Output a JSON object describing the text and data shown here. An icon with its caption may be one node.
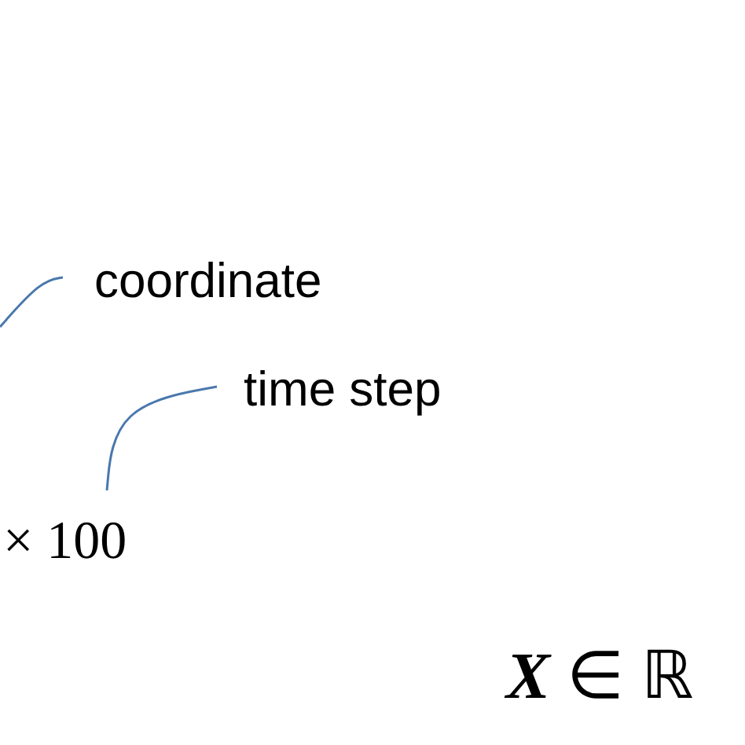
{
  "diagram": {
    "nodes": [
      {
        "text": [
          "coordinate"
        ]
      },
      {
        "text": [
          "time step"
        ]
      },
      {
        "text": [
          "× 100"
        ]
      }
    ],
    "edges": [
      {
        "from": 0,
        "to": null,
        "arrow": "none"
      },
      {
        "from": 1,
        "to": 2,
        "arrow": "none"
      }
    ],
    "labels": [
      "**X** ∈ ℝ"
    ]
  }
}
